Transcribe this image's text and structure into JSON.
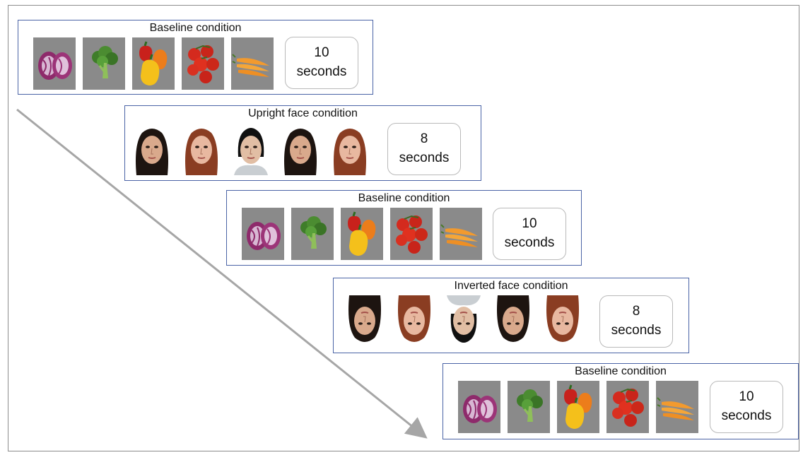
{
  "blocks": [
    {
      "title": "Baseline condition",
      "kind": "veg",
      "duration": "10",
      "unit": "seconds"
    },
    {
      "title": "Upright face condition",
      "kind": "face",
      "duration": "8",
      "unit": "seconds"
    },
    {
      "title": "Baseline condition",
      "kind": "veg",
      "duration": "10",
      "unit": "seconds"
    },
    {
      "title": "Inverted face condition",
      "kind": "face-inverted",
      "duration": "8",
      "unit": "seconds"
    },
    {
      "title": "Baseline condition",
      "kind": "veg",
      "duration": "10",
      "unit": "seconds"
    }
  ],
  "vegetable_images": [
    "red-cabbage-image",
    "broccoli-image",
    "bell-peppers-image",
    "tomatoes-image",
    "carrots-image"
  ],
  "face_images": [
    "face-dark-hair-image",
    "face-red-hair-image",
    "face-asian-image",
    "face-dark-hair-image",
    "face-red-hair-image"
  ],
  "colors": {
    "block_border": "#4a63a6",
    "arrow": "#a6a6a6",
    "stimulus_background": "#8a8a8a"
  }
}
